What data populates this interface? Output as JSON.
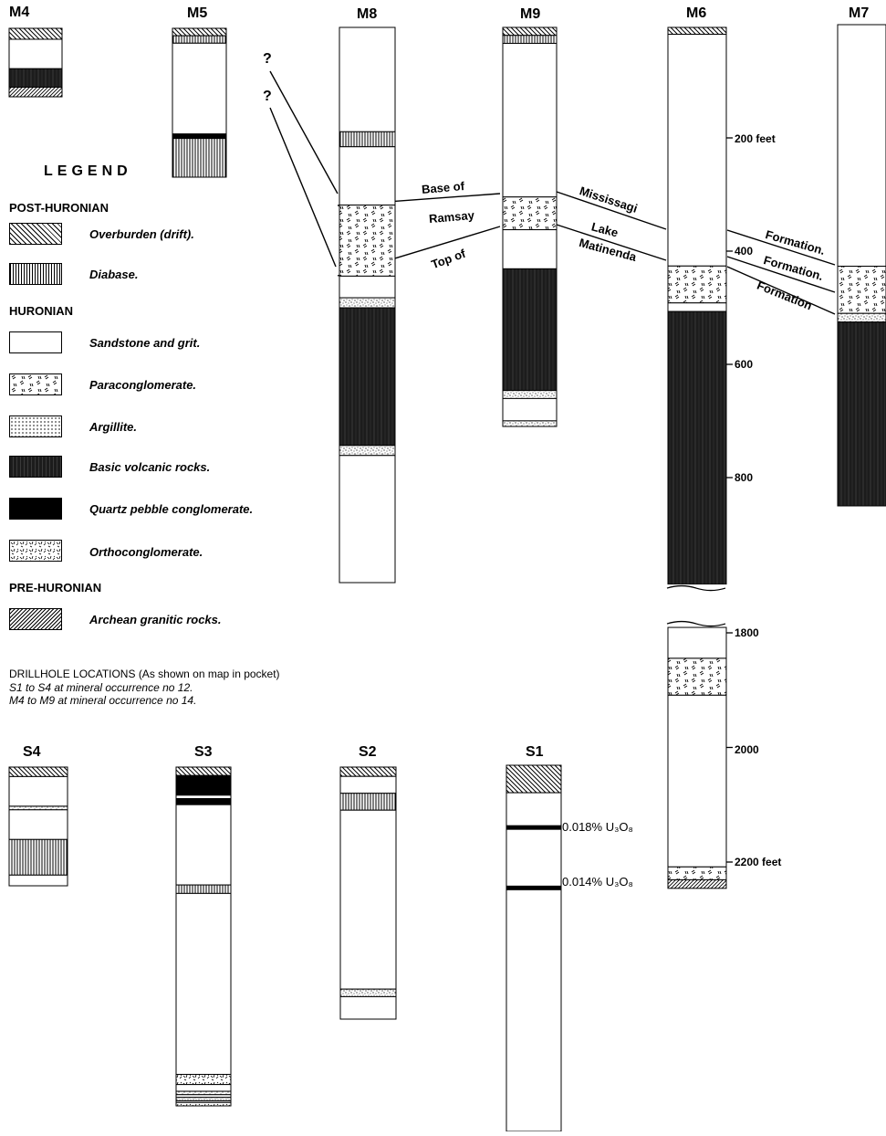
{
  "legend": {
    "title": "LEGEND",
    "sections": [
      {
        "name": "POST-HURONIAN",
        "items": [
          {
            "key": "overburden",
            "label": "Overburden (drift)."
          },
          {
            "key": "diabase",
            "label": "Diabase."
          }
        ]
      },
      {
        "name": "HURONIAN",
        "items": [
          {
            "key": "sandstone",
            "label": "Sandstone and grit."
          },
          {
            "key": "paraconglomerate",
            "label": "Paraconglomerate."
          },
          {
            "key": "argillite",
            "label": "Argillite."
          },
          {
            "key": "basic_volcanic",
            "label": "Basic volcanic rocks."
          },
          {
            "key": "quartz_pebble",
            "label": "Quartz pebble conglomerate."
          },
          {
            "key": "orthoconglomerate",
            "label": "Orthoconglomerate."
          }
        ]
      },
      {
        "name": "PRE-HURONIAN",
        "items": [
          {
            "key": "archean",
            "label": "Archean granitic rocks."
          }
        ]
      }
    ]
  },
  "locations": {
    "heading": "DRILLHOLE LOCATIONS (As shown on map in pocket)",
    "line1": "S1 to S4 at mineral occurrence no 12.",
    "line2": "M4 to M9 at mineral occurrence no 14."
  },
  "holes": [
    {
      "id": "M4",
      "segments": [
        {
          "rock": "overburden",
          "rel": 0.16
        },
        {
          "rock": "sandstone",
          "rel": 0.43
        },
        {
          "rock": "basic_volcanic",
          "rel": 0.27
        },
        {
          "rock": "archean",
          "rel": 0.14
        }
      ]
    },
    {
      "id": "M5",
      "segments": [
        {
          "rock": "overburden",
          "rel": 0.05
        },
        {
          "rock": "diabase",
          "rel": 0.05
        },
        {
          "rock": "sandstone",
          "rel": 0.61
        },
        {
          "rock": "quartz_pebble",
          "rel": 0.03
        },
        {
          "rock": "diabase",
          "rel": 0.26
        }
      ]
    },
    {
      "id": "M8",
      "segments": [
        {
          "rock": "sandstone",
          "rel": 0.188
        },
        {
          "rock": "diabase",
          "rel": 0.027
        },
        {
          "rock": "sandstone",
          "rel": 0.105
        },
        {
          "rock": "paraconglomerate",
          "rel": 0.128
        },
        {
          "rock": "sandstone",
          "rel": 0.039
        },
        {
          "rock": "argillite",
          "rel": 0.018
        },
        {
          "rock": "basic_volcanic",
          "rel": 0.248
        },
        {
          "rock": "argillite",
          "rel": 0.018
        },
        {
          "rock": "sandstone",
          "rel": 0.229
        }
      ]
    },
    {
      "id": "M9",
      "segments": [
        {
          "rock": "overburden",
          "rel": 0.02
        },
        {
          "rock": "diabase",
          "rel": 0.02
        },
        {
          "rock": "sandstone",
          "rel": 0.385
        },
        {
          "rock": "paraconglomerate",
          "rel": 0.082
        },
        {
          "rock": "sandstone",
          "rel": 0.098
        },
        {
          "rock": "basic_volcanic",
          "rel": 0.305
        },
        {
          "rock": "argillite",
          "rel": 0.02
        },
        {
          "rock": "sandstone",
          "rel": 0.056
        },
        {
          "rock": "argillite",
          "rel": 0.014
        }
      ]
    },
    {
      "id": "M6",
      "segments": [
        {
          "rock": "overburden",
          "rel": 0.008
        },
        {
          "rock": "sandstone",
          "rel": 0.27
        },
        {
          "rock": "paraconglomerate",
          "rel": 0.043
        },
        {
          "rock": "sandstone",
          "rel": 0.01
        },
        {
          "rock": "basic_volcanic",
          "rel": 0.318
        },
        {
          "rock": "break",
          "rel": 0.05
        },
        {
          "rock": "sandstone",
          "rel": 0.036
        },
        {
          "rock": "paraconglomerate",
          "rel": 0.043
        },
        {
          "rock": "sandstone",
          "rel": 0.2
        },
        {
          "rock": "paraconglomerate",
          "rel": 0.015
        },
        {
          "rock": "archean",
          "rel": 0.01
        }
      ]
    },
    {
      "id": "M7",
      "segments": [
        {
          "rock": "sandstone",
          "rel": 0.502
        },
        {
          "rock": "paraconglomerate",
          "rel": 0.098
        },
        {
          "rock": "argillite",
          "rel": 0.018
        },
        {
          "rock": "basic_volcanic",
          "rel": 0.382
        }
      ]
    },
    {
      "id": "S4",
      "segments": [
        {
          "rock": "overburden",
          "rel": 0.08
        },
        {
          "rock": "sandstone",
          "rel": 0.25
        },
        {
          "rock": "argillite",
          "rel": 0.03
        },
        {
          "rock": "sandstone",
          "rel": 0.25
        },
        {
          "rock": "diabase",
          "rel": 0.3
        },
        {
          "rock": "sandstone",
          "rel": 0.09
        }
      ]
    },
    {
      "id": "S3",
      "segments": [
        {
          "rock": "overburden",
          "rel": 0.025
        },
        {
          "rock": "quartz_pebble",
          "rel": 0.058
        },
        {
          "rock": "sandstone",
          "rel": 0.01
        },
        {
          "rock": "quartz_pebble",
          "rel": 0.018
        },
        {
          "rock": "sandstone",
          "rel": 0.237
        },
        {
          "rock": "diabase",
          "rel": 0.025
        },
        {
          "rock": "sandstone",
          "rel": 0.534
        },
        {
          "rock": "orthoconglomerate",
          "rel": 0.03
        },
        {
          "rock": "sandstone",
          "rel": 0.02
        },
        {
          "rock": "argillite",
          "rel": 0.01
        },
        {
          "rock": "sandstone",
          "rel": 0.008
        },
        {
          "rock": "argillite",
          "rel": 0.01
        },
        {
          "rock": "sandstone",
          "rel": 0.005
        },
        {
          "rock": "orthoconglomerate",
          "rel": 0.01
        }
      ]
    },
    {
      "id": "S2",
      "segments": [
        {
          "rock": "overburden",
          "rel": 0.037
        },
        {
          "rock": "sandstone",
          "rel": 0.067
        },
        {
          "rock": "diabase",
          "rel": 0.067
        },
        {
          "rock": "sandstone",
          "rel": 0.71
        },
        {
          "rock": "argillite",
          "rel": 0.03
        },
        {
          "rock": "sandstone",
          "rel": 0.089
        }
      ]
    },
    {
      "id": "S1",
      "segments": [
        {
          "rock": "overburden",
          "rel": 0.075
        },
        {
          "rock": "sandstone",
          "rel": 0.925
        }
      ]
    }
  ],
  "assays": [
    {
      "hole": "S1",
      "depth_rel": 0.17,
      "text": "0.018% U₃O₈"
    },
    {
      "hole": "S1",
      "depth_rel": 0.335,
      "text": "0.014% U₃O₈"
    }
  ],
  "depth_scale": {
    "hole": "M6",
    "ticks": [
      {
        "label": "200 feet",
        "value": 200
      },
      {
        "label": "400",
        "value": 400
      },
      {
        "label": "600",
        "value": 600
      },
      {
        "label": "800",
        "value": 800
      },
      {
        "label": "1800",
        "value": 1800
      },
      {
        "label": "2000",
        "value": 2000
      },
      {
        "label": "2200 feet",
        "value": 2200
      }
    ]
  },
  "correlation": {
    "labels": [
      "Base of",
      "Ramsay",
      "Top of",
      "Mississagi",
      "Lake",
      "Matinenda",
      "Formation.",
      "Formation.",
      "Formation"
    ],
    "uncertain": [
      "?",
      "?"
    ]
  },
  "colors": {
    "ink": "#000000",
    "paper": "#ffffff",
    "volcanic": "#1c1c1c"
  }
}
